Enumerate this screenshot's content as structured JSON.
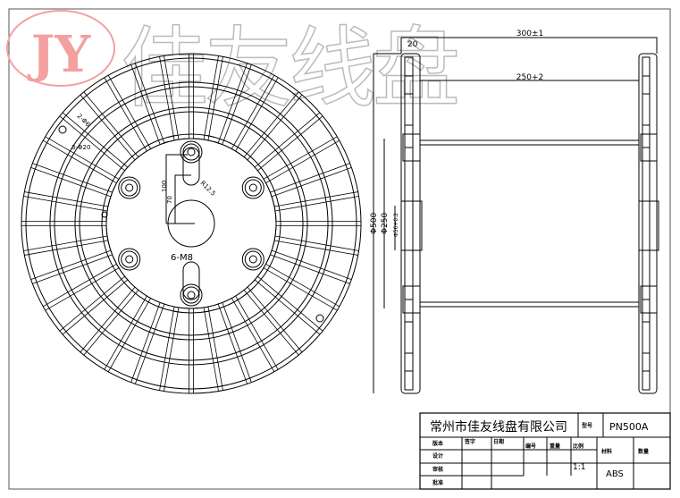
{
  "watermark": {
    "logo": "JY",
    "text": "佳友线盘",
    "logo_color": "#f4a0a0"
  },
  "front_view": {
    "labels": {
      "holes_small": "2-Φ6",
      "holes_drive": "3-Φ20",
      "radius": "R12.5",
      "dim_100": "100",
      "dim_70": "70",
      "bolts": "6-M8"
    }
  },
  "side_view": {
    "dims": {
      "overall_width": "300±1",
      "traverse": "250+2",
      "flange": "20",
      "diameter_outer": "Φ500",
      "diameter_barrel": "Φ250",
      "bore": "Φ56+0.2"
    }
  },
  "title_block": {
    "company": "常州市佳友线盘有限公司",
    "model_label": "型号",
    "model": "PN500A",
    "version_label": "版本",
    "sign_label": "签字",
    "date_label": "日期",
    "number_label": "编号",
    "weight_label": "重量",
    "scale_label": "比例",
    "scale": "1:1",
    "material_label": "材料",
    "material": "ABS",
    "quantity_label": "数量",
    "design_label": "设计",
    "review_label": "审核",
    "approve_label": "批准"
  }
}
